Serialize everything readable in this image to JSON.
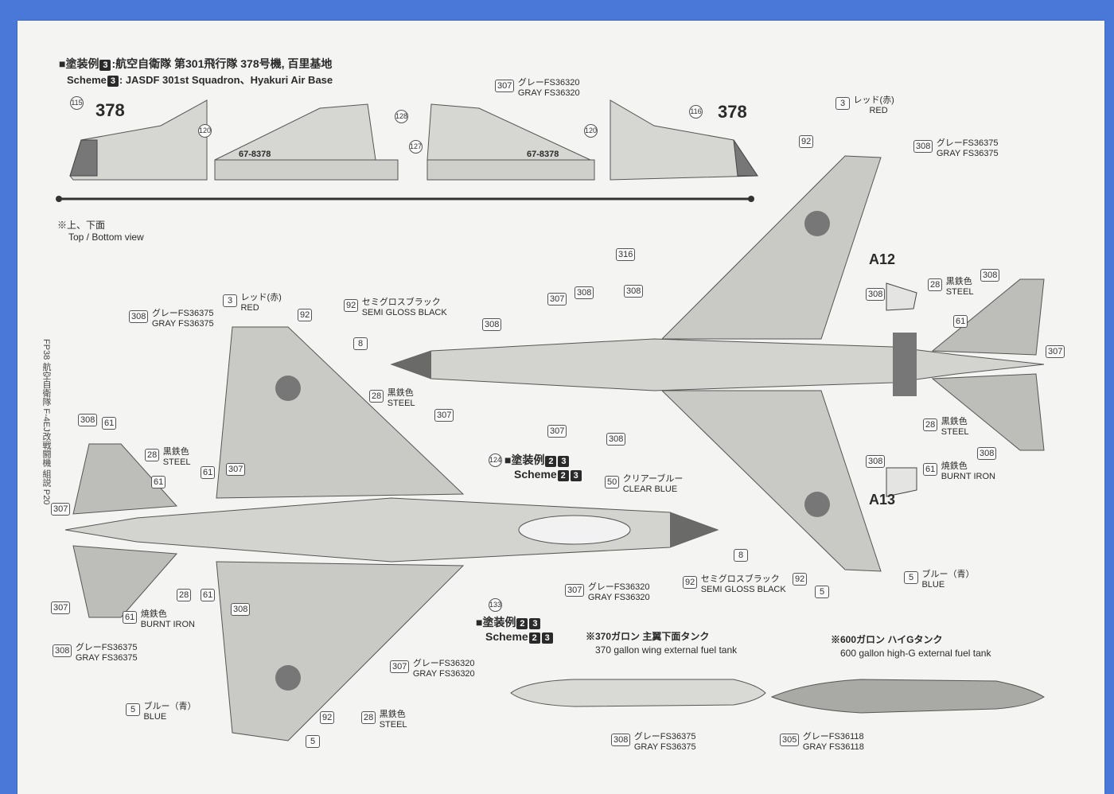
{
  "side_caption": "FP38 航空自衛隊 F-4EJ改戦闘機 組説 P20",
  "scheme3_header": {
    "jp_prefix": "■塗装例",
    "number": "3",
    "jp_text": ":航空自衛隊 第301飛行隊 378号機, 百里基地",
    "en_prefix": "Scheme",
    "en_text": ": JASDF 301st Squadron、Hyakuri Air Base"
  },
  "side_views": {
    "decal_115": "115",
    "decal_116": "116",
    "decal_120": "120",
    "decal_127": "127",
    "decal_128": "128",
    "nose_number": "378",
    "tail_serial": "67-8378",
    "tail_color": {
      "code": "307",
      "jp": "グレーFS36320",
      "en": "GRAY FS36320"
    }
  },
  "view_note": {
    "jp": "※上、下面",
    "en": "Top / Bottom view"
  },
  "scheme23_label": {
    "jp_prefix": "■塗装例",
    "en_prefix": "Scheme",
    "nums": [
      "2",
      "3"
    ]
  },
  "callouts": [
    {
      "code": "3",
      "jp": "レッド(赤)",
      "en": "RED"
    },
    {
      "code": "308",
      "jp": "グレーFS36375",
      "en": "GRAY FS36375"
    },
    {
      "code": "92",
      "jp": "セミグロスブラック",
      "en": "SEMI GLOSS BLACK"
    },
    {
      "code": "28",
      "jp": "黒鉄色",
      "en": "STEEL"
    },
    {
      "code": "61",
      "jp": "焼鉄色",
      "en": "BURNT IRON"
    },
    {
      "code": "307",
      "jp": "グレーFS36320",
      "en": "GRAY FS36320"
    },
    {
      "code": "50",
      "jp": "クリアーブルー",
      "en": "CLEAR BLUE"
    },
    {
      "code": "5",
      "jp": "ブルー（青）",
      "en": "BLUE"
    },
    {
      "code": "305",
      "jp": "グレーFS36118",
      "en": "GRAY FS36118"
    }
  ],
  "plain_tags": [
    "8",
    "92",
    "316",
    "124",
    "133",
    "307",
    "308",
    "61",
    "28",
    "5"
  ],
  "parts": {
    "a12": "A12",
    "a13": "A13"
  },
  "tank370": {
    "jp": "※370ガロン 主翼下面タンク",
    "en": "370 gallon wing external fuel tank"
  },
  "tank600": {
    "jp": "※600ガロン ハイGタンク",
    "en": "600 gallon high-G external fuel tank"
  },
  "colors": {
    "background_blue": "#4a78d8",
    "paper": "#f4f4f2",
    "gray_light": "#d9d9d6",
    "gray_mid": "#bdbdba",
    "dark": "#6a6a68"
  }
}
